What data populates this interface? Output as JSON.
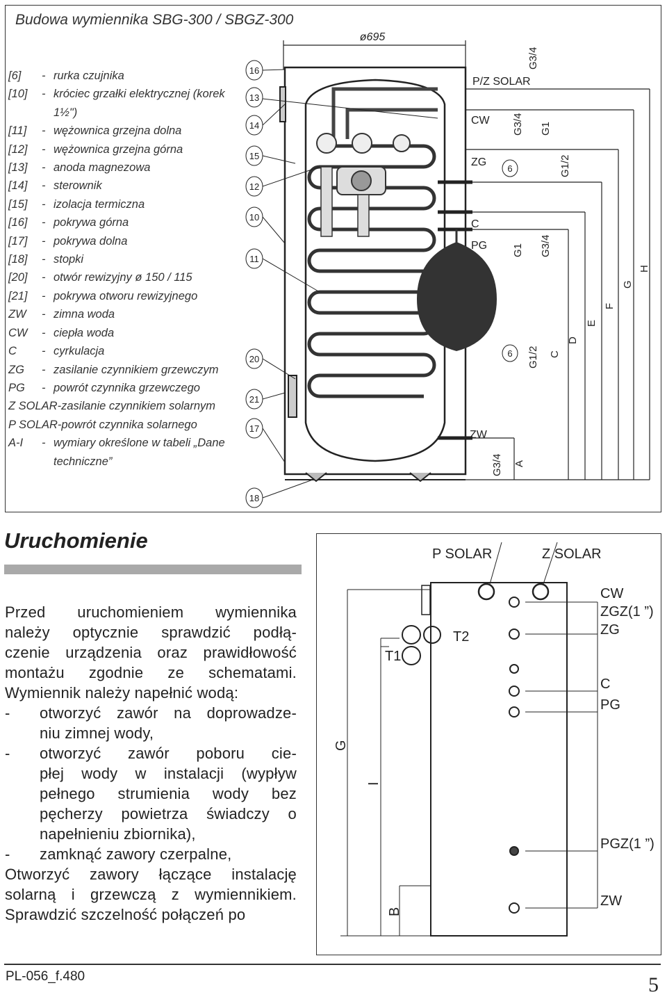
{
  "title": "Budowa wymiennika SBG-300 / SBGZ-300",
  "legend": [
    {
      "key": "[6]",
      "text": "rurka czujnika"
    },
    {
      "key": "[10]",
      "text": "króciec grzałki elektrycznej (korek",
      "cont": "1½\")"
    },
    {
      "key": "[11]",
      "text": "wężownica grzejna dolna"
    },
    {
      "key": "[12]",
      "text": "wężownica grzejna górna"
    },
    {
      "key": "[13]",
      "text": "anoda magnezowa"
    },
    {
      "key": "[14]",
      "text": "sterownik"
    },
    {
      "key": "[15]",
      "text": "izolacja termiczna"
    },
    {
      "key": "[16]",
      "text": "pokrywa górna"
    },
    {
      "key": "[17]",
      "text": "pokrywa dolna"
    },
    {
      "key": "[18]",
      "text": "stopki"
    },
    {
      "key": "[20]",
      "text": "otwór rewizyjny ø 150 / 115"
    },
    {
      "key": "[21]",
      "text": "pokrywa otworu rewizyjnego"
    },
    {
      "key": "ZW",
      "text": "zimna woda"
    },
    {
      "key": "CW",
      "text": "ciepła woda"
    },
    {
      "key": "C",
      "text": "cyrkulacja"
    },
    {
      "key": "ZG",
      "text": "zasilanie czynnikiem grzewczym"
    },
    {
      "key": "PG",
      "text": "powrót czynnika grzewczego"
    },
    {
      "key": "Z SOLAR",
      "text": "zasilanie czynnikiem solarnym",
      "inline": true
    },
    {
      "key": "P SOLAR",
      "text": "powrót czynnika solarnego",
      "inline": true
    },
    {
      "key": "A-I",
      "text": "wymiary określone w tabeli „Dane",
      "cont": "techniczne”"
    }
  ],
  "diagram_top": {
    "width_label": "ø695",
    "callouts": [
      "16",
      "13",
      "14",
      "15",
      "12",
      "10",
      "11",
      "20",
      "21",
      "17",
      "18"
    ],
    "conn_labels": {
      "pz_solar": "P/Z SOLAR",
      "cw": "CW",
      "zg": "ZG",
      "six_a": "6",
      "c": "C",
      "pg": "PG",
      "six_b": "6",
      "zw": "ZW"
    },
    "rot_labels": {
      "g34_top": "G3/4",
      "g34_a": "G3/4",
      "g1_a": "G1",
      "g12_a": "G1/2",
      "g1_b": "G1",
      "g34_b": "G3/4",
      "g12_b": "G1/2",
      "c": "C",
      "d": "D",
      "e": "E",
      "f": "F",
      "g": "G",
      "h": "H",
      "g34_c": "G3/4",
      "a": "A"
    }
  },
  "section_heading": "Uruchomienie",
  "body": {
    "intro": [
      "Przed uruchomieniem wymiennika",
      "należy optycznie sprawdzić podłą-",
      "czenie urządzenia oraz prawidłowość",
      "montażu zgodnie ze schematami.",
      "Wymiennik należy napełnić wodą:"
    ],
    "bullet1": [
      "otworzyć zawór na doprowadze-",
      "niu zimnej wody,"
    ],
    "bullet2": [
      "otworzyć zawór poboru cie-",
      "płej wody w instalacji (wypływ",
      "pełnego strumienia wody bez",
      "pęcherzy powietrza świadczy o",
      "napełnieniu zbiornika),"
    ],
    "bullet3": [
      "zamknąć zawory czerpalne,"
    ],
    "outro": [
      "Otworzyć zawory łączące instalację",
      "solarną i grzewczą z wymiennikiem.",
      "Sprawdzić szczelność połączeń po"
    ]
  },
  "diagram_bottom": {
    "p_solar": "P SOLAR",
    "z_solar": "Z SOLAR",
    "cw": "CW",
    "zgz": "ZGZ(1 ”)",
    "zg": "ZG",
    "c": "C",
    "pg": "PG",
    "pgz": "PGZ(1 ”)",
    "zw": "ZW",
    "t1": "T1",
    "t2": "T2",
    "g": "G",
    "i": "I",
    "b": "B"
  },
  "footer": {
    "code": "PL-056_f.480",
    "page": "5"
  }
}
